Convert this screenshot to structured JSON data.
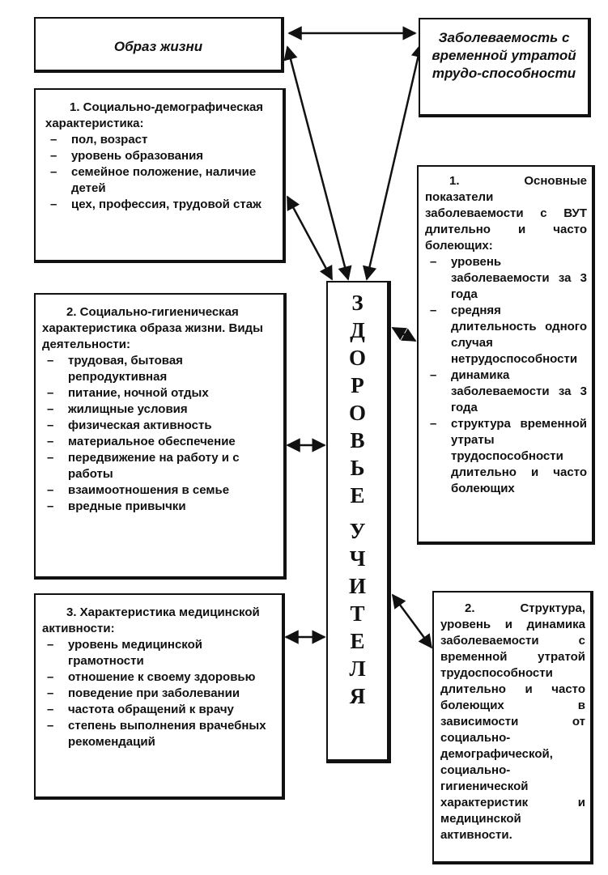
{
  "box_lifestyle": {
    "title": "Образ жизни"
  },
  "box_morbidity": {
    "title": "Заболеваемость с временной утратой трудо-способности"
  },
  "box_socdemo": {
    "intro": "1. Социально-демографическая характеристика:",
    "items": [
      "пол, возраст",
      "уровень образования",
      "семейное положение, наличие детей",
      "цех, профессия, трудовой стаж"
    ]
  },
  "box_sochyg": {
    "intro": "2. Социально-гигиеническая характеристика образа жизни. Виды деятельности:",
    "items": [
      "трудовая, бытовая репродуктивная",
      "питание, ночной отдых",
      "жилищные условия",
      "физическая активность",
      "материальное обеспечение",
      "передвижение на работу и с работы",
      "взаимоотношения в семье",
      "вредные привычки"
    ]
  },
  "box_medact": {
    "intro": "3. Характеристика медицинской активности:",
    "items": [
      "уровень медицинской грамотности",
      "отношение к своему здоровью",
      "поведение при заболевании",
      "частота обращений к врачу",
      "степень выполнения врачебных рекомендаций"
    ]
  },
  "box_indicators": {
    "intro": "1. Основные показатели заболеваемости с ВУТ длительно и часто болеющих:",
    "items": [
      "уровень заболеваемости за 3 года",
      "средняя длительность одного случая нетрудоспособности",
      "динамика заболеваемости за 3 года",
      "структура временной утраты трудоспособности длительно и часто болеющих"
    ]
  },
  "box_structure": {
    "text": "2. Структура, уровень и динамика заболеваемости с временной утратой трудоспособности длительно и часто болеющих в зависимости от социально-демографической, социально-гигиенической характеристик и медицинской активности."
  },
  "center": {
    "word1": [
      "З",
      "Д",
      "О",
      "Р",
      "О",
      "В",
      "Ь",
      "Е"
    ],
    "word2": [
      "У",
      "Ч",
      "И",
      "Т",
      "Е",
      "Л",
      "Я"
    ]
  }
}
